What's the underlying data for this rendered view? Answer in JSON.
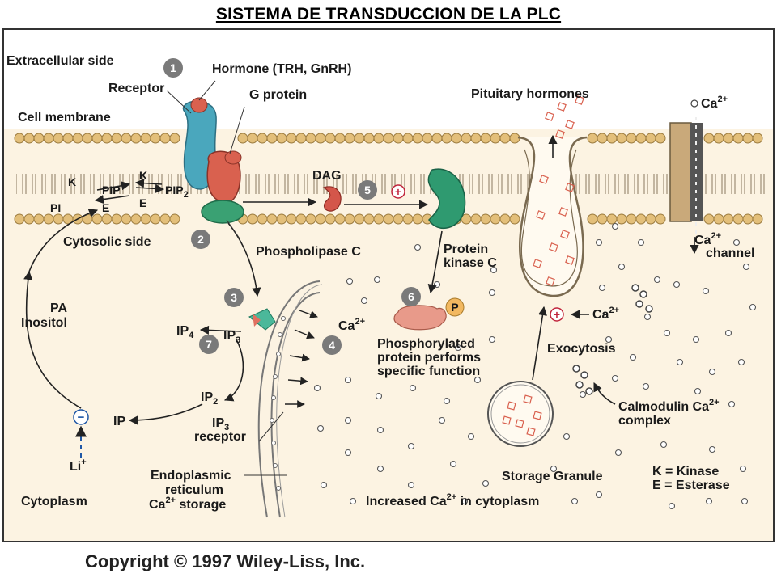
{
  "title": "SISTEMA DE TRANSDUCCION DE LA PLC",
  "copyright": "Copyright © 1997 Wiley-Liss, Inc.",
  "labels": {
    "extracellular_side": "Extracellular side",
    "receptor": "Receptor",
    "hormone": "Hormone (TRH, GnRH)",
    "g_protein": "G protein",
    "cell_membrane": "Cell membrane",
    "pituitary_hormones": "Pituitary hormones",
    "ca_top": "Ca",
    "ca_channel": "channel",
    "k1": "K",
    "k2": "K",
    "pip": "PIP",
    "pip2": "PIP",
    "e1": "E",
    "e2": "E",
    "pi": "PI",
    "dag": "DAG",
    "cytosolic_side": "Cytosolic side",
    "phospholipase_c": "Phospholipase C",
    "protein_kinase_line1": "Protein",
    "protein_kinase_line2": "kinase C",
    "pa": "PA",
    "inositol": "Inositol",
    "ip4": "IP",
    "ip3": "IP",
    "ca_release": "Ca",
    "phosphorylated_line1": "Phosphorylated",
    "phosphorylated_line2": "protein performs",
    "phosphorylated_line3": "specific function",
    "p_badge": "P",
    "ca_exo": "Ca",
    "exocytosis": "Exocytosis",
    "ip2": "IP",
    "ip": "IP",
    "ip3_receptor_line1": "IP",
    "ip3_receptor_line2": "receptor",
    "calmodulin_line1": "Calmodulin Ca",
    "calmodulin_line2": "complex",
    "li": "Li",
    "er_line1": "Endoplasmic",
    "er_line2": "reticulum",
    "er_line3": "Ca",
    "er_line3_tail": " storage",
    "storage_granule": "Storage Granule",
    "legend_k": "K = Kinase",
    "legend_e": "E = Esterase",
    "cytoplasm": "Cytoplasm",
    "increased_ca": "Increased Ca",
    "increased_ca_tail": " in cytoplasm",
    "sup_2plus": "2+",
    "sub_2": "2",
    "sub_3": "3",
    "sub_4": "4",
    "sup_plus": "+"
  },
  "step_numbers": [
    "1",
    "2",
    "3",
    "4",
    "5",
    "6",
    "7"
  ],
  "signs": {
    "plus": "+",
    "minus": "−"
  },
  "colors": {
    "cytoplasm_bg": "#fcf3e2",
    "membrane_head": "#e3bf7a",
    "receptor": "#4aa7bd",
    "g_protein": "#d9614f",
    "phospholipase": "#3aa173",
    "kinase": "#2f9a70",
    "dag": "#d4564a",
    "phosphorylated": "#e89a8a",
    "channel": "#c9a97a",
    "step_badge": "#7a7a7a",
    "plus_sign": "#c0233a",
    "minus_sign": "#1f57a6"
  }
}
